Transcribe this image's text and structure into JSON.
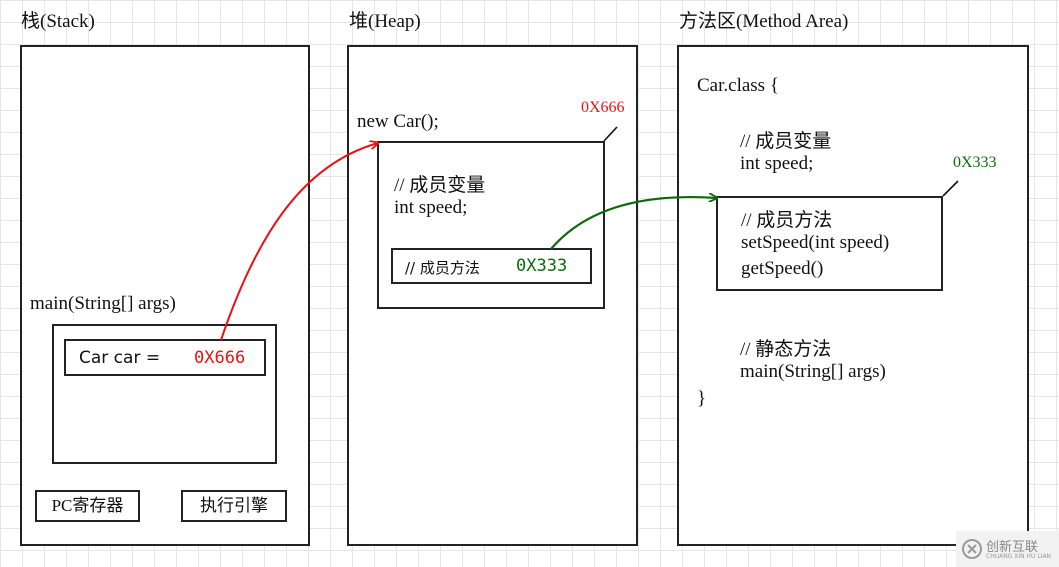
{
  "stack": {
    "title": "栈(Stack)",
    "frame_label": "main(String[] args)",
    "var_name": "Car car =",
    "var_value": "0X666",
    "pc_register": "PC寄存器",
    "exec_engine": "执行引擎"
  },
  "heap": {
    "title": "堆(Heap)",
    "new_car": "new Car();",
    "address": "0X666",
    "member_var_comment": "// 成员变量",
    "member_var": "int speed;",
    "method_comment": "// 成员方法",
    "method_ref": "0X333"
  },
  "method_area": {
    "title": "方法区(Method Area)",
    "class_open": "Car.class {",
    "member_var_comment": "// 成员变量",
    "member_var": "int speed;",
    "address": "0X333",
    "method_comment": "// 成员方法",
    "method_1": "setSpeed(int speed)",
    "method_2": "getSpeed()",
    "static_comment": "// 静态方法",
    "static_method": "main(String[] args)",
    "class_close": "}"
  },
  "colors": {
    "reference_stack_to_heap": "#ee1111",
    "reference_heap_to_method": "#0b6b0b"
  },
  "watermark": {
    "logo": "创新互联",
    "subtitle": "CHUANG XIN HU LIAN"
  }
}
